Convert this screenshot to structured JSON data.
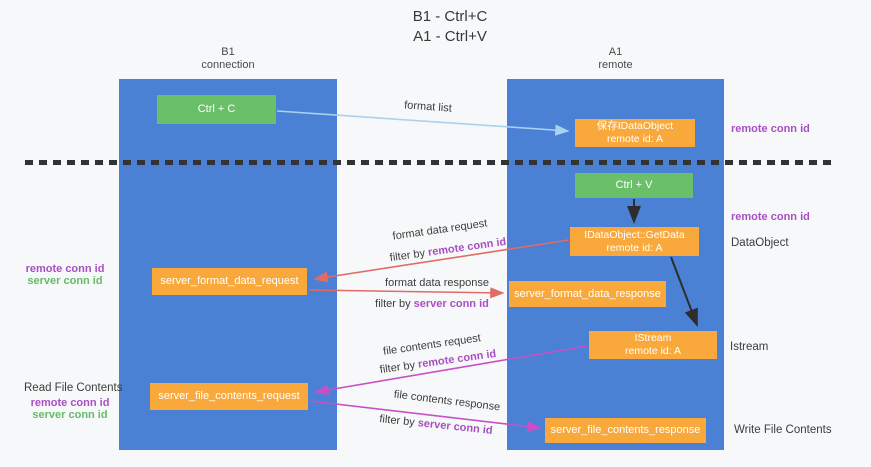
{
  "title": {
    "line1": "B1 - Ctrl+C",
    "line2": "A1 - Ctrl+V"
  },
  "lanes": {
    "left": {
      "header_line1": "B1",
      "header_line2": "connection"
    },
    "right": {
      "header_line1": "A1",
      "header_line2": "remote"
    }
  },
  "colors": {
    "lane_blue": "#4a81d5",
    "box_green": "#6abf69",
    "box_orange": "#f9a93c",
    "arrow_light_blue": "#a9d2f0",
    "arrow_red": "#e06c65",
    "arrow_magenta": "#c750c7",
    "arrow_black": "#2d2d2d",
    "text_purple": "#a84fc3",
    "text_green": "#66bb6a"
  },
  "boxes": {
    "ctrl_c": "Ctrl + C",
    "save_dataobject": {
      "line1": "保存IDataObject",
      "line2": "remote id: A"
    },
    "ctrl_v": "Ctrl + V",
    "getdata": {
      "line1": "IDataObject::GetData",
      "line2": "remote id: A"
    },
    "server_format_data_request": "server_format_data_request",
    "server_format_data_response": "server_format_data_response",
    "istream": {
      "line1": "IStream",
      "line2": "remote id: A"
    },
    "server_file_contents_request": "server_file_contents_request",
    "server_file_contents_response": "server_file_contents_response"
  },
  "side_labels": {
    "right_remote_conn_id_top": "remote conn id",
    "right_remote_conn_id_mid": "remote conn id",
    "right_dataobject": "DataObject",
    "right_istream": "Istream",
    "right_write_file_contents": "Write File Contents",
    "left_remote_conn_id_mid": "remote conn id",
    "left_server_conn_id_mid": "server conn id",
    "left_read_file_contents": "Read File Contents",
    "left_remote_conn_id_bottom": "remote conn id",
    "left_server_conn_id_bottom": "server conn id"
  },
  "arrow_labels": {
    "format_list": "format list",
    "format_data_request": "format data request",
    "format_data_response": "format data response",
    "file_contents_request": "file contents request",
    "file_contents_response": "file contents response",
    "filter_by": "filter by ",
    "remote_conn_id": "remote conn id",
    "server_conn_id": "server conn id"
  }
}
